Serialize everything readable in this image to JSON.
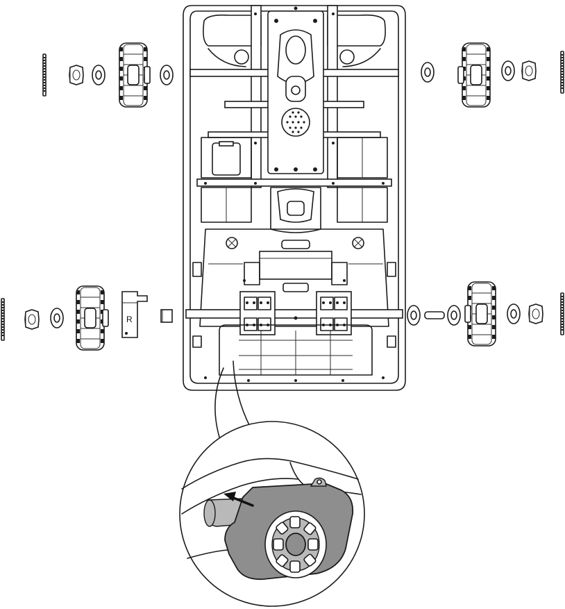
{
  "diagram": {
    "gearbox_label": "R",
    "colors": {
      "line": "#1a1a1a",
      "motor_fill": "#8e8e8e",
      "background": "#ffffff"
    },
    "parts": [
      "chassis",
      "front-left-wheel",
      "front-right-wheel",
      "rear-left-wheel",
      "rear-right-wheel",
      "gearbox",
      "axle",
      "nut",
      "washer",
      "hubcap",
      "detail-callout"
    ],
    "callout_arrow_direction": "left"
  }
}
